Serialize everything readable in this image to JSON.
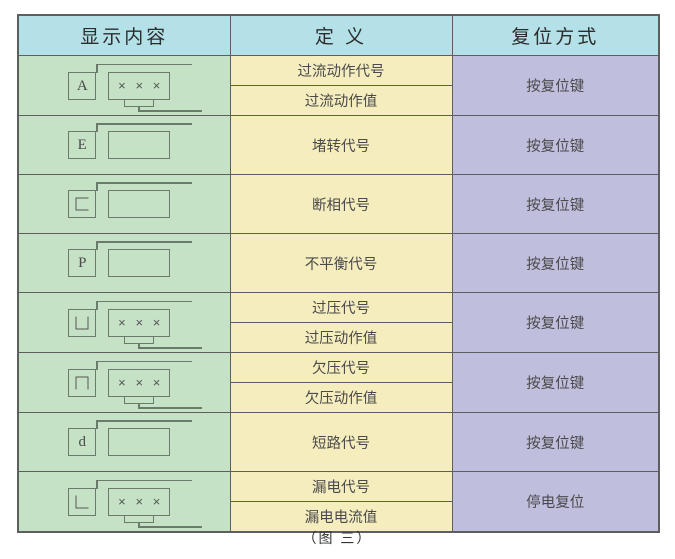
{
  "figure": {
    "caption": "（图 三）"
  },
  "colors": {
    "header_bg": "#b4e0e8",
    "display_bg": "#c6e2c6",
    "definition_bg": "#f5edbe",
    "reset_bg": "#c0bedd",
    "border": "#5e5e5e",
    "glyph_stroke": "#6b7b6b"
  },
  "table": {
    "headers": [
      "显示内容",
      "定 义",
      "复位方式"
    ],
    "rows": [
      {
        "glyph": {
          "letter": "A",
          "letter_kind": "text",
          "value": "× × ×",
          "has_value_digits": true
        },
        "definitions": [
          "过流动作代号",
          "过流动作值"
        ],
        "reset": "按复位键"
      },
      {
        "glyph": {
          "letter": "E",
          "letter_kind": "text",
          "value": "",
          "has_value_digits": false
        },
        "definitions": [
          "堵转代号"
        ],
        "reset": "按复位键"
      },
      {
        "glyph": {
          "letter": "C",
          "letter_kind": "c-bracket",
          "value": "",
          "has_value_digits": false
        },
        "definitions": [
          "断相代号"
        ],
        "reset": "按复位键"
      },
      {
        "glyph": {
          "letter": "P",
          "letter_kind": "text",
          "value": "",
          "has_value_digits": false
        },
        "definitions": [
          "不平衡代号"
        ],
        "reset": "按复位键"
      },
      {
        "glyph": {
          "letter": "U",
          "letter_kind": "u-shape",
          "value": "× × ×",
          "has_value_digits": true
        },
        "definitions": [
          "过压代号",
          "过压动作值"
        ],
        "reset": "按复位键"
      },
      {
        "glyph": {
          "letter": "∩",
          "letter_kind": "cap-shape",
          "value": "× × ×",
          "has_value_digits": true
        },
        "definitions": [
          "欠压代号",
          "欠压动作值"
        ],
        "reset": "按复位键"
      },
      {
        "glyph": {
          "letter": "d",
          "letter_kind": "text",
          "value": "",
          "has_value_digits": false
        },
        "definitions": [
          "短路代号"
        ],
        "reset": "按复位键"
      },
      {
        "glyph": {
          "letter": "L",
          "letter_kind": "l-shape",
          "value": "× × ×",
          "has_value_digits": true
        },
        "definitions": [
          "漏电代号",
          "漏电电流值"
        ],
        "reset": "停电复位"
      }
    ]
  }
}
